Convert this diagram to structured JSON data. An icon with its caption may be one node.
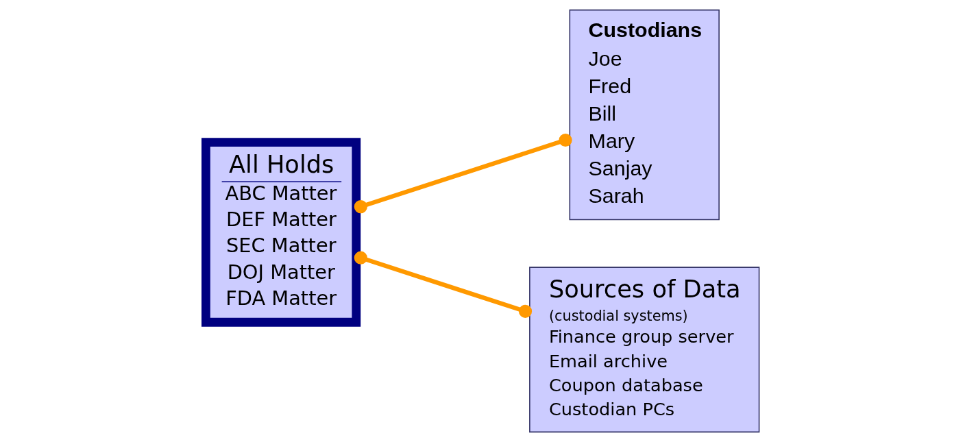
{
  "diagram": {
    "nodes": [
      {
        "text": [
          "All Holds",
          "ABC Matter",
          "DEF Matter",
          "SEC Matter",
          "DOJ Matter",
          "FDA Matter"
        ]
      },
      {
        "text": [
          "Custodians",
          "Joe",
          "Fred",
          "Bill",
          "Mary",
          "Sanjay",
          "Sarah"
        ]
      },
      {
        "text": [
          "Sources of Data",
          "(custodial systems)",
          "Finance group server",
          "Email archive",
          "Coupon database",
          "Custodian PCs"
        ]
      }
    ],
    "edges": [
      {
        "from": 0,
        "to": 1,
        "arrow": "other"
      },
      {
        "from": 0,
        "to": 2,
        "arrow": "other"
      }
    ]
  }
}
